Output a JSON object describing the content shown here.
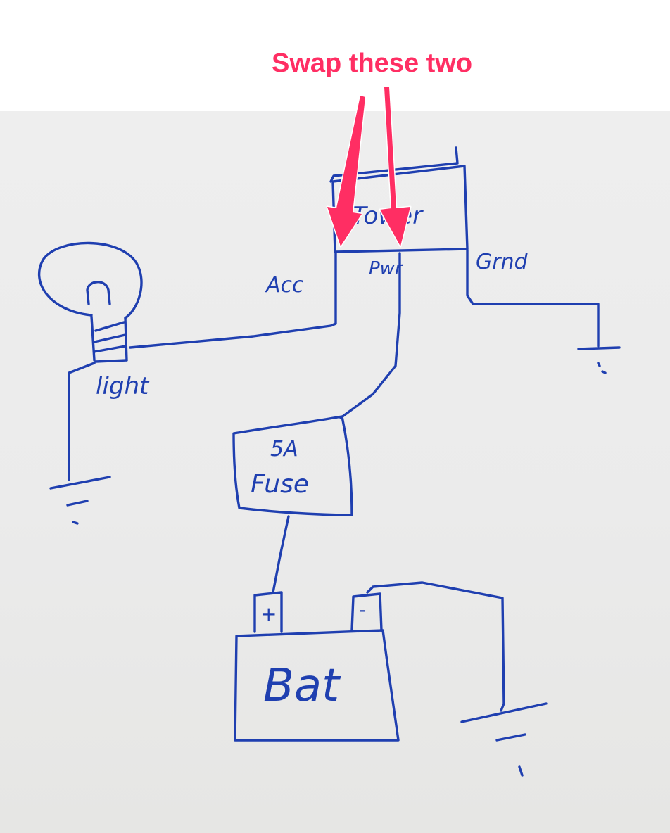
{
  "annotation": {
    "text": "Swap these two"
  },
  "components": {
    "relay": "Tower",
    "light": "light",
    "fuse": [
      "5A",
      "Fuse"
    ],
    "battery": "Bat",
    "battery_positive": "+",
    "battery_negative": "-"
  },
  "pins": {
    "acc": "Acc",
    "pwr": "Pwr",
    "gnd": "Grnd"
  },
  "colors": {
    "ink": "#1f3fb0",
    "annotation": "#ff2e63",
    "paper": "#ececec"
  }
}
